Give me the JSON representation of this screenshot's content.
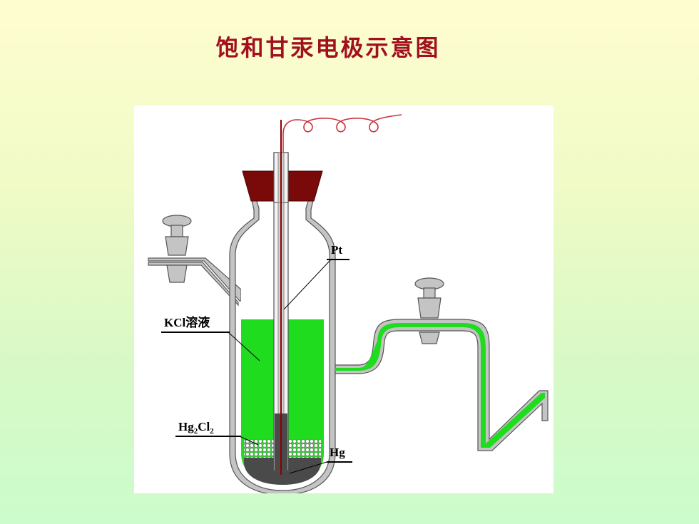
{
  "title": "饱和甘汞电极示意图",
  "labels": {
    "pt": "Pt",
    "kcl_prefix": "KCl",
    "kcl_chinese": "溶液",
    "hg2cl2_hg": "Hg",
    "hg2cl2_sub1": "2",
    "hg2cl2_cl": "Cl",
    "hg2cl2_sub2": "2",
    "hg": "Hg"
  },
  "colors": {
    "title": "#a0101e",
    "solution": "#1fdc1f",
    "glass": "#c4c4c4",
    "stopper": "#7a0a0a",
    "wire": "#8b0000",
    "mercury": "#505050",
    "calomel_dots": "#8a8a8a"
  }
}
